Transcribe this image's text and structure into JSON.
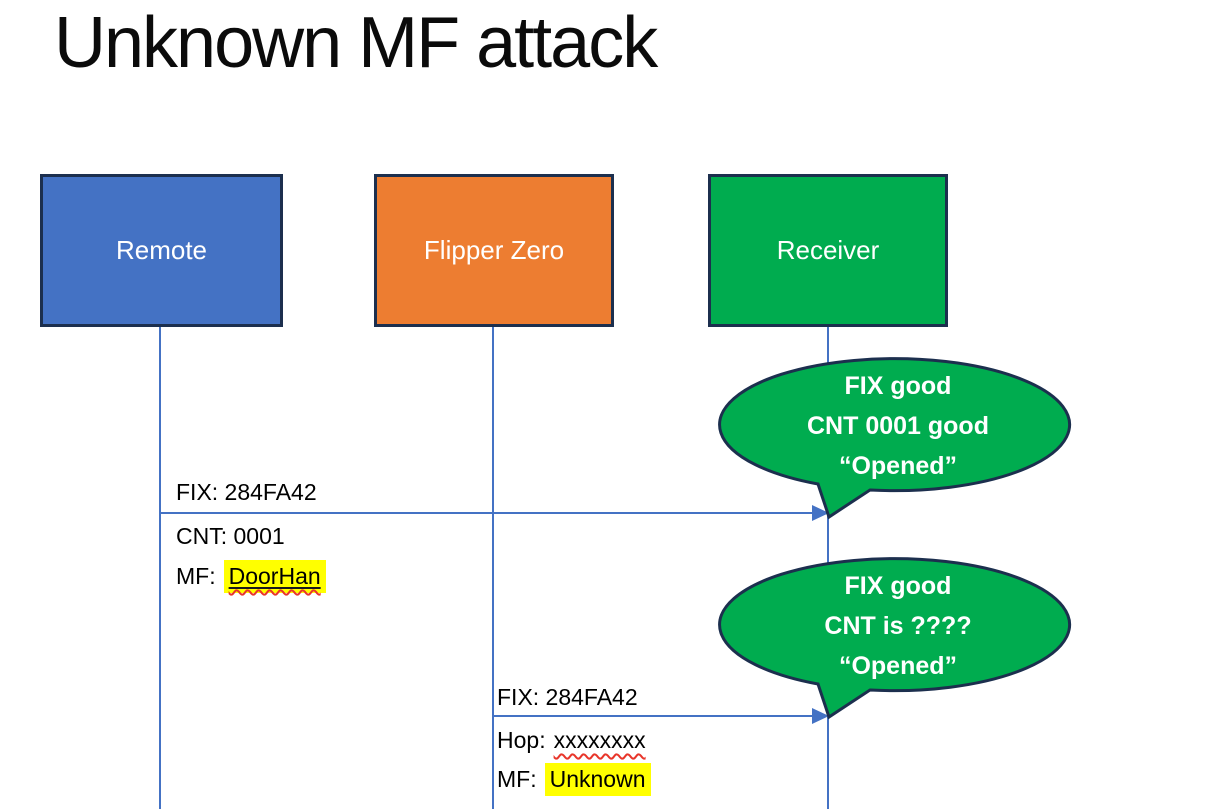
{
  "slide": {
    "title": "Unknown MF attack"
  },
  "actors": [
    {
      "name": "Remote",
      "fill": "#4472C4"
    },
    {
      "name": "Flipper Zero",
      "fill": "#ED7D31"
    },
    {
      "name": "Receiver",
      "fill": "#00AC4F"
    }
  ],
  "messages": [
    {
      "from": "Remote",
      "to": "Receiver",
      "line1": "FIX: 284FA42",
      "line2": "CNT: 0001",
      "line3_label": "MF:",
      "line3_value": "DoorHan"
    },
    {
      "from": "Flipper Zero",
      "to": "Receiver",
      "line1": "FIX: 284FA42",
      "line2_label": "Hop:",
      "line2_value": "xxxxxxxx",
      "line3_label": "MF:",
      "line3_value": "Unknown"
    }
  ],
  "callouts": [
    {
      "line1": "FIX good",
      "line2": "CNT 0001 good",
      "line3": "“Opened”"
    },
    {
      "line1": "FIX good",
      "line2": "CNT is ????",
      "line3": "“Opened”"
    }
  ],
  "colors": {
    "actor_remote_fill": "#4472C4",
    "actor_flipper_fill": "#ED7D31",
    "actor_receiver_fill": "#00AC4F",
    "shape_outline": "#1C2F4E",
    "connector_blue": "#4472C4",
    "callout_fill": "#00AC4F",
    "callout_text": "#FFFFFF",
    "highlight_yellow": "#FFFF00",
    "spellcheck_red": "#E8352A",
    "title_text": "#0B0B0B",
    "message_text": "#000000"
  }
}
